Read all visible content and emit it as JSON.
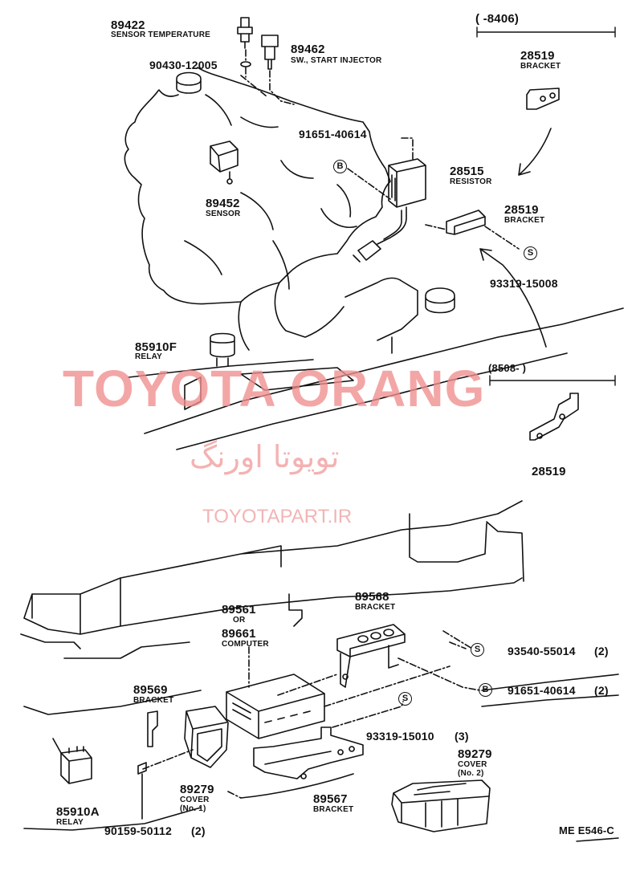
{
  "watermark": {
    "latin": "TOYOTA ORANG",
    "persian": "تویوتا اورنگ",
    "url": "TOYOTAPART.IR",
    "color": "#f08e8e"
  },
  "date_ranges": {
    "upper": "(    -8406)",
    "lower": "(8508-        )"
  },
  "symbols": {
    "b": "B",
    "s": "S"
  },
  "parts": {
    "p89422": {
      "number": "89422",
      "name": "SENSOR TEMPERATURE"
    },
    "p89462": {
      "number": "89462",
      "name": "SW., START INJECTOR"
    },
    "p90430": {
      "number": "90430-12005"
    },
    "p89452": {
      "number": "89452",
      "name": "SENSOR"
    },
    "p91651_top": {
      "number": "91651-40614"
    },
    "p28515": {
      "number": "28515",
      "name": "RESISTOR"
    },
    "p28519_a": {
      "number": "28519",
      "name": "BRACKET"
    },
    "p28519_b": {
      "number": "28519",
      "name": "BRACKET"
    },
    "p28519_c": {
      "number": "28519"
    },
    "p93319_15008": {
      "number": "93319-15008"
    },
    "p85910F": {
      "number": "85910F",
      "name": "RELAY"
    },
    "p89561": {
      "number": "89561",
      "or": "OR"
    },
    "p89661": {
      "number": "89661",
      "name": "COMPUTER"
    },
    "p89568": {
      "number": "89568",
      "name": "BRACKET"
    },
    "p93540": {
      "number": "93540-55014",
      "qty": "(2)"
    },
    "p91651_low": {
      "number": "91651-40614",
      "qty": "(2)"
    },
    "p89569": {
      "number": "89569",
      "name": "BRACKET"
    },
    "p93319_15010": {
      "number": "93319-15010",
      "qty": "(3)"
    },
    "p89279_no2": {
      "number": "89279",
      "name": "COVER",
      "sub": "(No. 2)"
    },
    "p89279_no1": {
      "number": "89279",
      "name": "COVER",
      "sub": "(No. 1)"
    },
    "p85910A": {
      "number": "85910A",
      "name": "RELAY"
    },
    "p89567": {
      "number": "89567",
      "name": "BRACKET"
    },
    "p90159": {
      "number": "90159-50112",
      "qty": "(2)"
    }
  },
  "figure_code": "ME E546-C"
}
